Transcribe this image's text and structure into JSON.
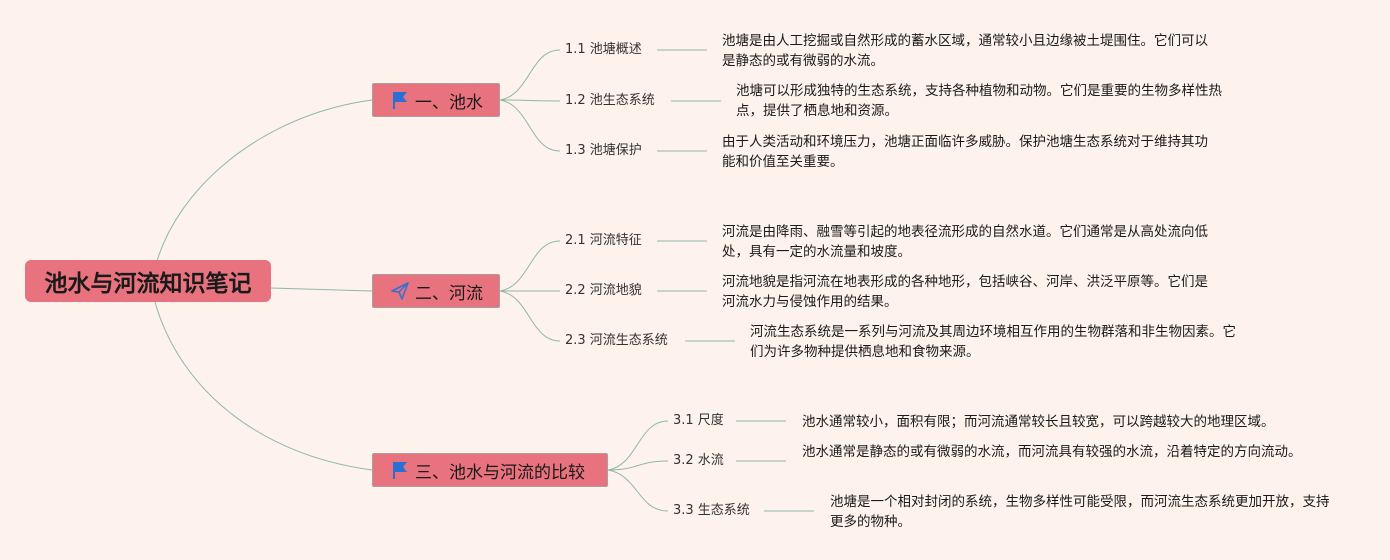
{
  "root": {
    "title": "池水与河流知识笔记"
  },
  "colors": {
    "background": "#fdf2ec",
    "node_fill": "#e8727e",
    "connector": "#8fb8a8",
    "flag_icon": "#2a6fd6",
    "plane_icon": "#3a6fd0"
  },
  "branches": [
    {
      "label": "一、池水",
      "icon": "flag-icon",
      "children": [
        {
          "label": "1.1 池塘概述",
          "text": "池塘是由人工挖掘或自然形成的蓄水区域，通常较小且边缘被土堤围住。它们可以是静态的或有微弱的水流。"
        },
        {
          "label": "1.2 池生态系统",
          "text": "池塘可以形成独特的生态系统，支持各种植物和动物。它们是重要的生物多样性热点，提供了栖息地和资源。"
        },
        {
          "label": "1.3 池塘保护",
          "text": "由于人类活动和环境压力，池塘正面临许多威胁。保护池塘生态系统对于维持其功能和价值至关重要。"
        }
      ]
    },
    {
      "label": "二、河流",
      "icon": "paper-plane-icon",
      "children": [
        {
          "label": "2.1 河流特征",
          "text": "河流是由降雨、融雪等引起的地表径流形成的自然水道。它们通常是从高处流向低处，具有一定的水流量和坡度。"
        },
        {
          "label": "2.2 河流地貌",
          "text": "河流地貌是指河流在地表形成的各种地形，包括峡谷、河岸、洪泛平原等。它们是河流水力与侵蚀作用的结果。"
        },
        {
          "label": "2.3 河流生态系统",
          "text": "河流生态系统是一系列与河流及其周边环境相互作用的生物群落和非生物因素。它们为许多物种提供栖息地和食物来源。"
        }
      ]
    },
    {
      "label": "三、池水与河流的比较",
      "icon": "flag-icon",
      "children": [
        {
          "label": "3.1 尺度",
          "text": "池水通常较小，面积有限；而河流通常较长且较宽，可以跨越较大的地理区域。"
        },
        {
          "label": "3.2 水流",
          "text": "池水通常是静态的或有微弱的水流，而河流具有较强的水流，沿着特定的方向流动。"
        },
        {
          "label": "3.3 生态系统",
          "text": "池塘是一个相对封闭的系统，生物多样性可能受限，而河流生态系统更加开放，支持更多的物种。"
        }
      ]
    }
  ]
}
